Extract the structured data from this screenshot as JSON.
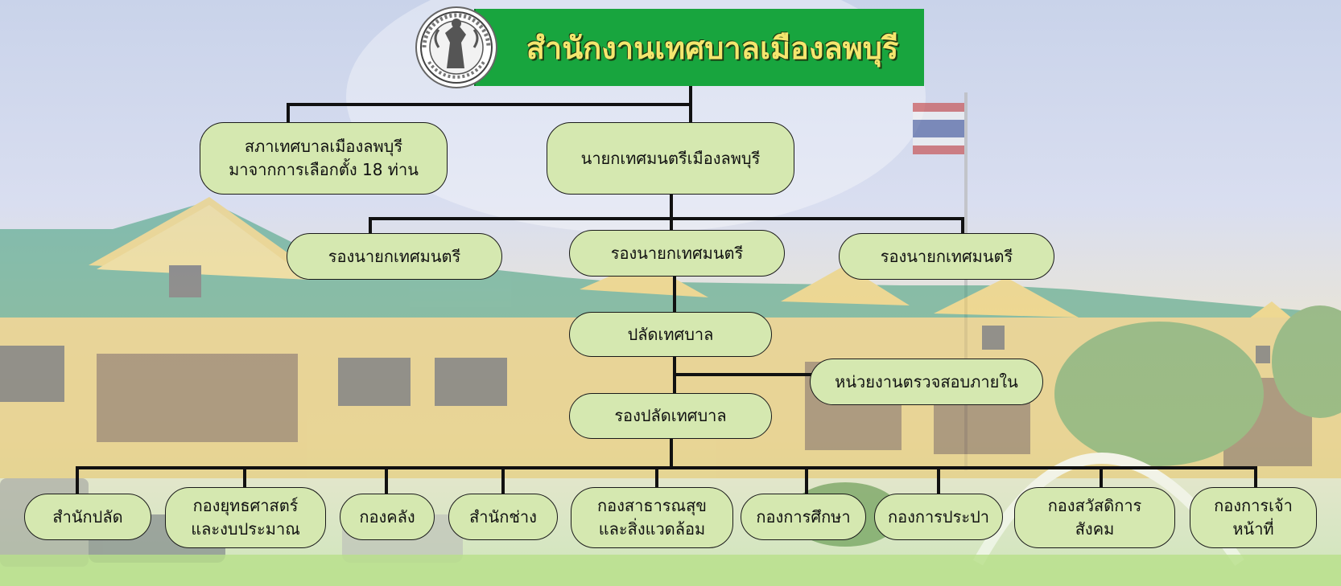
{
  "title": "สำนักงานเทศบาลเมืองลพบุรี",
  "council": "สภาเทศบาลเมืองลพบุรี\nมาจากการเลือกตั้ง 18 ท่าน",
  "mayor": "นายกเทศมนตรีเมืองลพบุรี",
  "deputy_mayors": [
    "รองนายกเทศมนตรี",
    "รองนายกเทศมนตรี",
    "รองนายกเทศมนตรี"
  ],
  "municipal_clerk": "ปลัดเทศบาล",
  "internal_audit": "หน่วยงานตรวจสอบภายใน",
  "deputy_clerk": "รองปลัดเทศบาล",
  "divisions": [
    "สำนักปลัด",
    "กองยุทธศาสตร์\nและงบประมาณ",
    "กองคลัง",
    "สำนักช่าง",
    "กองสาธารณสุข\nและสิ่งแวดล้อม",
    "กองการศึกษา",
    "กองการประปา",
    "กองสวัสดิการ\nสังคม",
    "กองการเจ้า\nหน้าที่"
  ],
  "colors": {
    "banner_green": "#18a53e",
    "title_yellow": "#f4e66e",
    "node_fill": "#d5e8b0",
    "connector": "#111111"
  }
}
